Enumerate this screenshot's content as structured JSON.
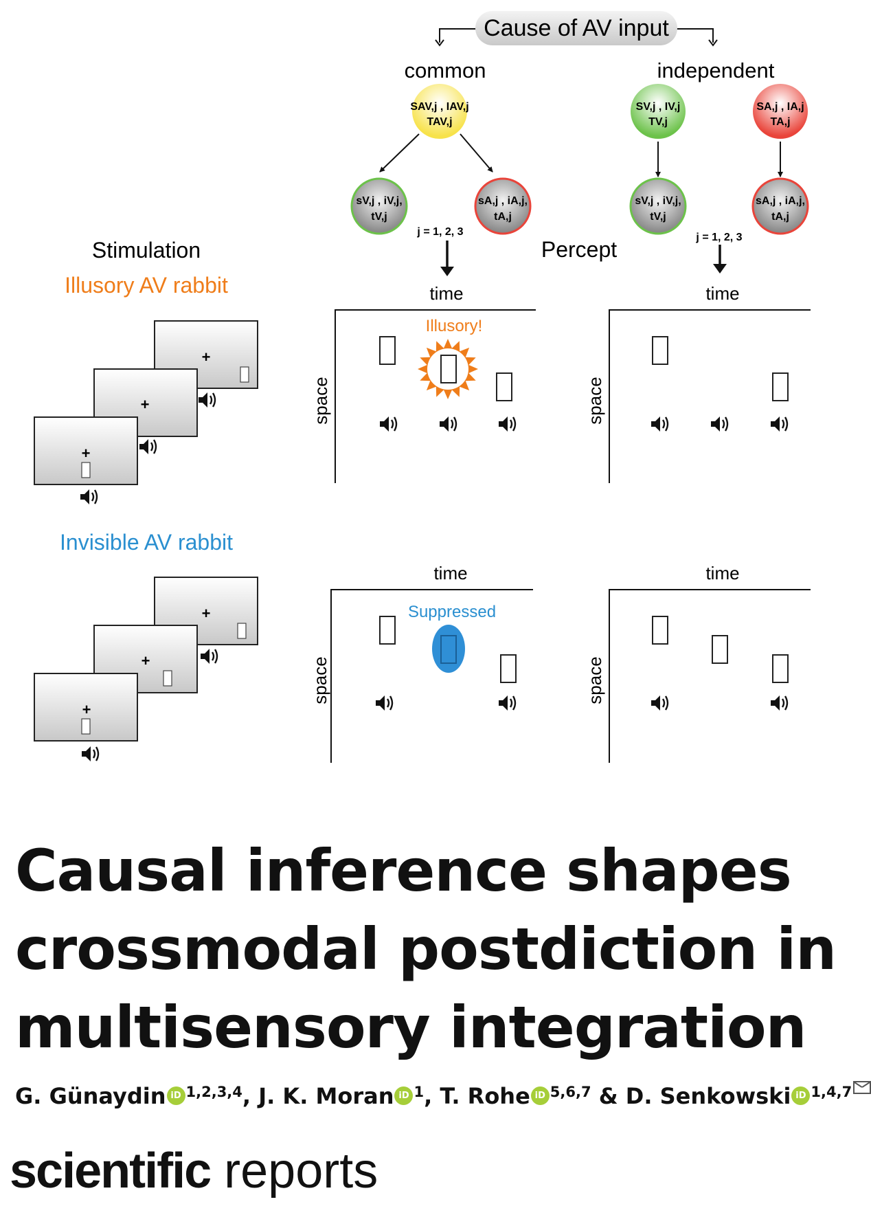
{
  "figure": {
    "cause_label": "Cause of AV input",
    "common_label": "common",
    "independent_label": "independent",
    "stimulation_label": "Stimulation",
    "percept_label": "Percept",
    "illusory_rabbit_label": "Illusory AV rabbit",
    "invisible_rabbit_label": "Invisible AV rabbit",
    "j_label": "j = 1, 2, 3",
    "time_label": "time",
    "space_label": "space",
    "illusory_note": "Illusory!",
    "suppressed_note": "Suppressed",
    "plus_symbol": "+",
    "nodes": {
      "common_cause": {
        "line1": "SAV,j , IAV,j",
        "line2": "TAV,j"
      },
      "visual_cause": {
        "line1": "SV,j , IV,j",
        "line2": "TV,j"
      },
      "auditory_cause": {
        "line1": "SA,j , IA,j",
        "line2": "TA,j"
      },
      "visual_est_common": {
        "line1": "sV,j , iV,j,",
        "line2": "tV,j"
      },
      "auditory_est_common": {
        "line1": "sA,j , iA,j,",
        "line2": "tA,j"
      },
      "visual_est_indep": {
        "line1": "sV,j , iV,j,",
        "line2": "tV,j"
      },
      "auditory_est_indep": {
        "line1": "sA,j , iA,j,",
        "line2": "tA,j"
      }
    },
    "colors": {
      "illusory": "#ef7d1a",
      "invisible": "#2a8fd0",
      "common_node": "#f7e24a",
      "visual_node": "#6cc24a",
      "auditory_node": "#e9443a",
      "suppressed_fill": "#2f8fd6"
    }
  },
  "paper": {
    "title_lines": [
      "Causal inference shapes",
      "crossmodal postdiction in",
      "multisensory integration"
    ],
    "authors": [
      {
        "name": "G. Günaydin",
        "affil": "1,2,3,4",
        "sep": ", "
      },
      {
        "name": "J. K. Moran",
        "affil": "1",
        "sep": ", "
      },
      {
        "name": "T. Rohe",
        "affil": "5,6,7",
        "sep": " & "
      },
      {
        "name": "D. Senkowski",
        "affil": "1,4,7",
        "sep": ""
      }
    ],
    "orcid_label": "iD",
    "journal_bold": "scientific",
    "journal_light": " reports"
  }
}
